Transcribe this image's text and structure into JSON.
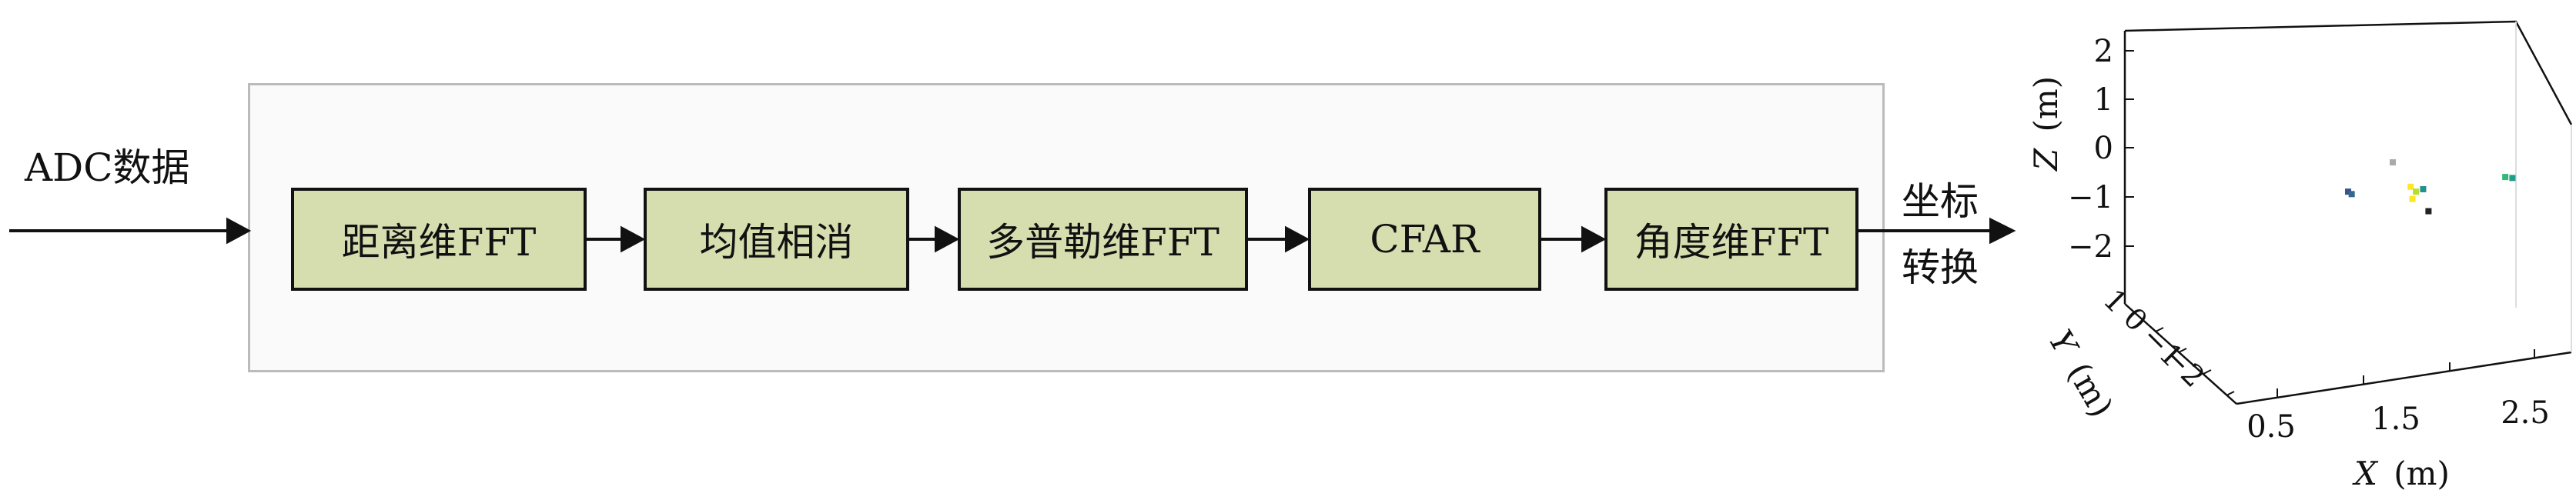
{
  "input_label": "ADC数据",
  "stages": [
    {
      "label": "距离维FFT"
    },
    {
      "label": "均值相消"
    },
    {
      "label": "多普勒维FFT"
    },
    {
      "label": "CFAR"
    },
    {
      "label": "角度维FFT"
    }
  ],
  "conversion_label": [
    "坐标",
    "转换"
  ],
  "plot3d": {
    "z_label_var": "Z",
    "z_label_unit": "(m)",
    "y_label_var": "Y",
    "y_label_unit": "(m)",
    "x_label_var": "X",
    "x_label_unit": "(m)",
    "z_ticks": [
      "2",
      "1",
      "0",
      "−1",
      "−2"
    ],
    "y_ticks": [
      "1",
      "0",
      "−1",
      "−2"
    ],
    "x_ticks": [
      "0.5",
      "1.5",
      "2.5"
    ]
  },
  "chart_data": {
    "type": "scatter",
    "dimensions": 3,
    "xlabel": "X (m)",
    "ylabel": "Y (m)",
    "zlabel": "Z (m)",
    "z_range": [
      -2.5,
      2.5
    ],
    "points": [
      {
        "x": 1.3,
        "z": -0.9,
        "color": "#3b528b"
      },
      {
        "x": 1.32,
        "z": -0.95,
        "color": "#31688e"
      },
      {
        "x": 1.55,
        "z": -0.3,
        "color": "#aaaaaa"
      },
      {
        "x": 1.65,
        "z": -0.8,
        "color": "#fde725"
      },
      {
        "x": 1.68,
        "z": -0.9,
        "color": "#b5de2b"
      },
      {
        "x": 1.66,
        "z": -1.05,
        "color": "#fde725"
      },
      {
        "x": 1.72,
        "z": -0.85,
        "color": "#21918c"
      },
      {
        "x": 1.75,
        "z": -1.3,
        "color": "#222222"
      },
      {
        "x": 2.18,
        "z": -0.6,
        "color": "#35b779"
      },
      {
        "x": 2.22,
        "z": -0.62,
        "color": "#1f9e89"
      }
    ]
  }
}
